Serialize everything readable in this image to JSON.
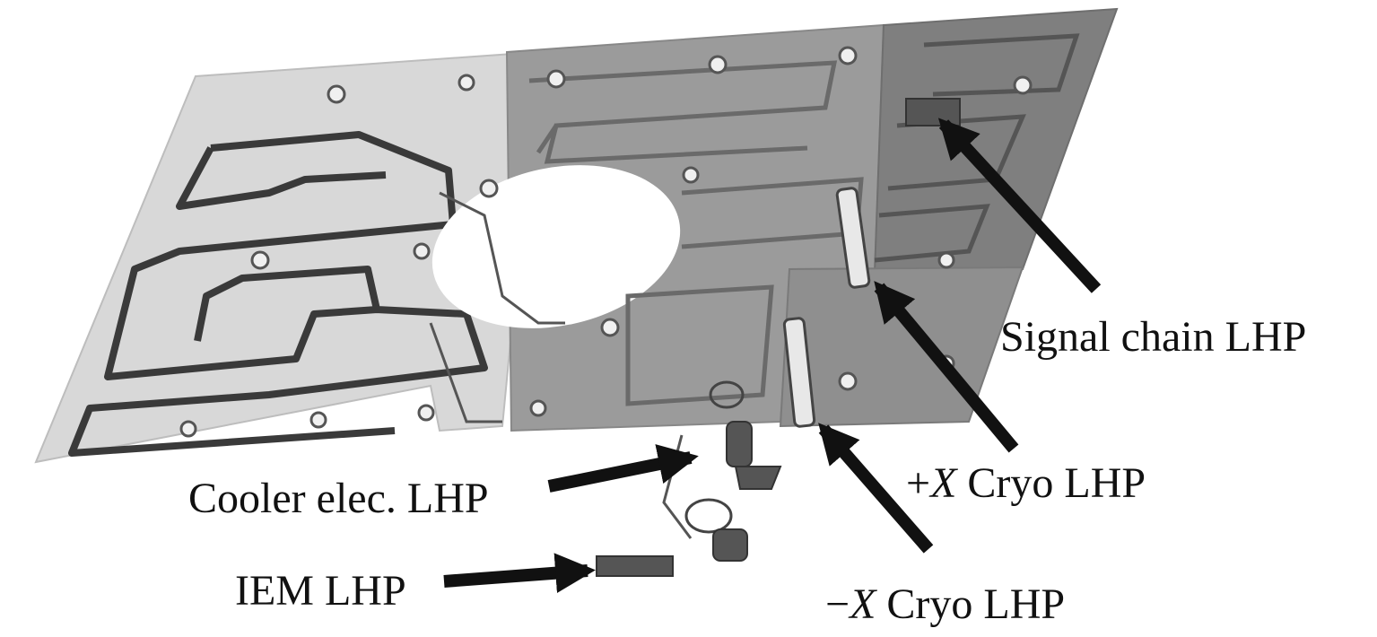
{
  "labels": {
    "signal_chain": "Signal chain LHP",
    "plus_x_prefix": "+",
    "plus_x_axis": "X",
    "plus_x_suffix": " Cryo LHP",
    "cooler_elec": "Cooler elec. LHP",
    "minus_x_prefix": "−",
    "minus_x_axis": "X",
    "minus_x_suffix": " Cryo LHP",
    "iem": "IEM LHP"
  },
  "colors": {
    "light_panel": "#d9d9d9",
    "mid_panel": "#9a9a9a",
    "dark_panel": "#7f7f7f",
    "groove": "#3a3a3a",
    "arrow": "#111111",
    "text": "#111111"
  }
}
